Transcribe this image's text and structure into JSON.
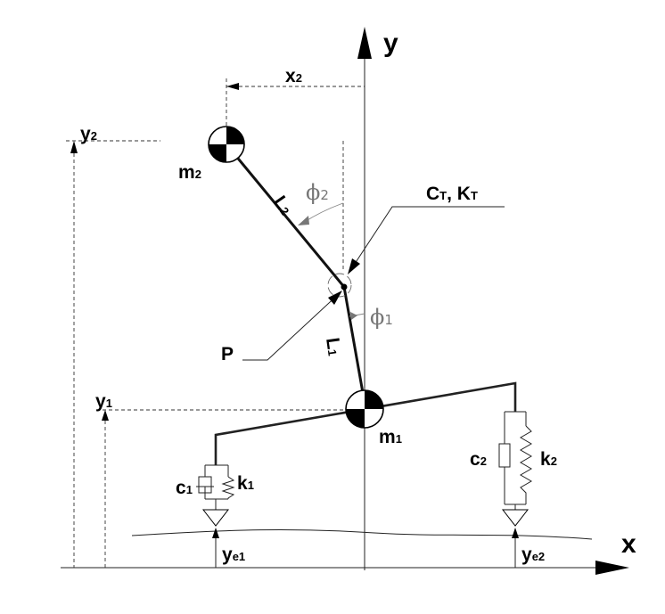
{
  "axes": {
    "y_label": "y",
    "x_label": "x"
  },
  "masses": {
    "m1": {
      "base": "m",
      "sub": "1"
    },
    "m2": {
      "base": "m",
      "sub": "2"
    }
  },
  "links": {
    "L1": {
      "base": "L",
      "sub": "1"
    },
    "L2": {
      "base": "L",
      "sub": "2"
    }
  },
  "angles": {
    "phi1": {
      "symbol": "ϕ",
      "sub": "1"
    },
    "phi2": {
      "symbol": "ϕ",
      "sub": "2"
    }
  },
  "joint": {
    "point_label": "P",
    "torsion": {
      "c": "C",
      "c_sub": "T",
      "sep": ", ",
      "k": "K",
      "k_sub": "T"
    }
  },
  "coordinates": {
    "x2": {
      "base": "x",
      "sub": "2"
    },
    "y1": {
      "base": "y",
      "sub": "1"
    },
    "y2": {
      "base": "y",
      "sub": "2"
    }
  },
  "suspension": {
    "c1": {
      "base": "c",
      "sub": "1"
    },
    "k1": {
      "base": "k",
      "sub": "1"
    },
    "c2": {
      "base": "c",
      "sub": "2"
    },
    "k2": {
      "base": "k",
      "sub": "2"
    },
    "ye1": {
      "base": "y",
      "sub": "e1"
    },
    "ye2": {
      "base": "y",
      "sub": "e2"
    }
  }
}
